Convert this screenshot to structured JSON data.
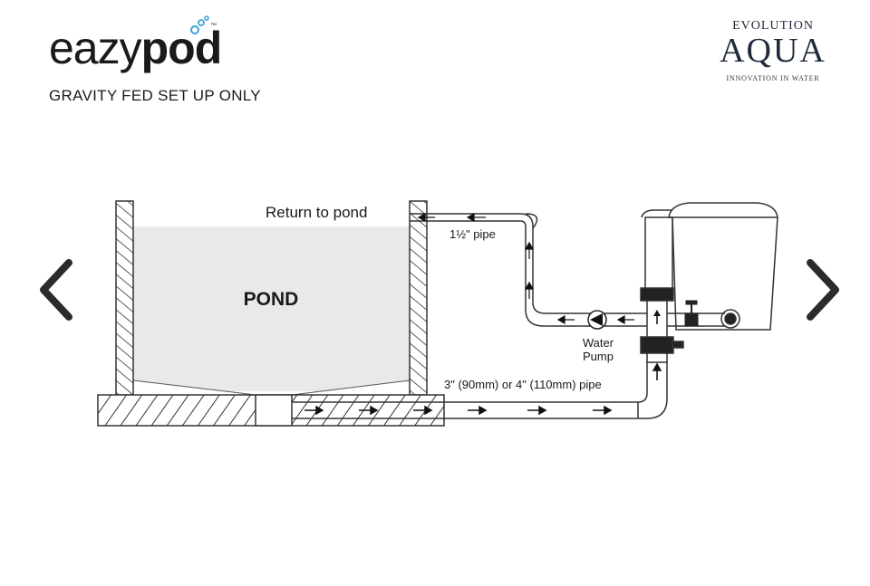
{
  "header": {
    "logo_light": "eazy",
    "logo_bold": "pod",
    "trademark": "™",
    "subtitle": "GRAVITY FED SET UP ONLY"
  },
  "brand": {
    "line1": "EVOLUTION",
    "line2": "AQUA",
    "tagline": "INNOVATION IN WATER",
    "accent_color": "#3aa3d6"
  },
  "diagram": {
    "pond_label": "POND",
    "return_label": "Return to pond",
    "return_pipe_label": "1½\" pipe",
    "pump_label_1": "Water",
    "pump_label_2": "Pump",
    "main_pipe_label": "3\" (90mm) or 4\" (110mm) pipe"
  },
  "navigation": {
    "prev_icon": "chevron-left-icon",
    "next_icon": "chevron-right-icon"
  }
}
